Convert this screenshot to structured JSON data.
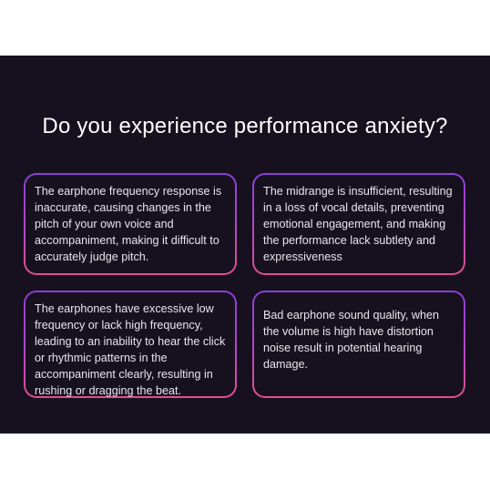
{
  "title": "Do you experience performance anxiety?",
  "cards": [
    {
      "text": "The earphone frequency response is inaccurate, causing changes in the pitch of your own voice and accompaniment, making it difficult to accurately judge pitch."
    },
    {
      "text": "The midrange is insufficient, resulting in a loss of vocal details, preventing emotional engagement, and making the performance lack subtlety and expressiveness"
    },
    {
      "text": "The earphones have excessive low frequency or lack high frequency, leading to an inability to hear the click or rhythmic patterns in the accompaniment clearly, resulting in rushing or dragging the beat."
    },
    {
      "text": "Bad earphone sound quality, when the volume is high have distortion noise result in potential hearing damage."
    }
  ],
  "colors": {
    "background": "#17111f",
    "border_top": "#8a3fd6",
    "border_bottom": "#e0508c",
    "text": "#e8e6ee"
  }
}
